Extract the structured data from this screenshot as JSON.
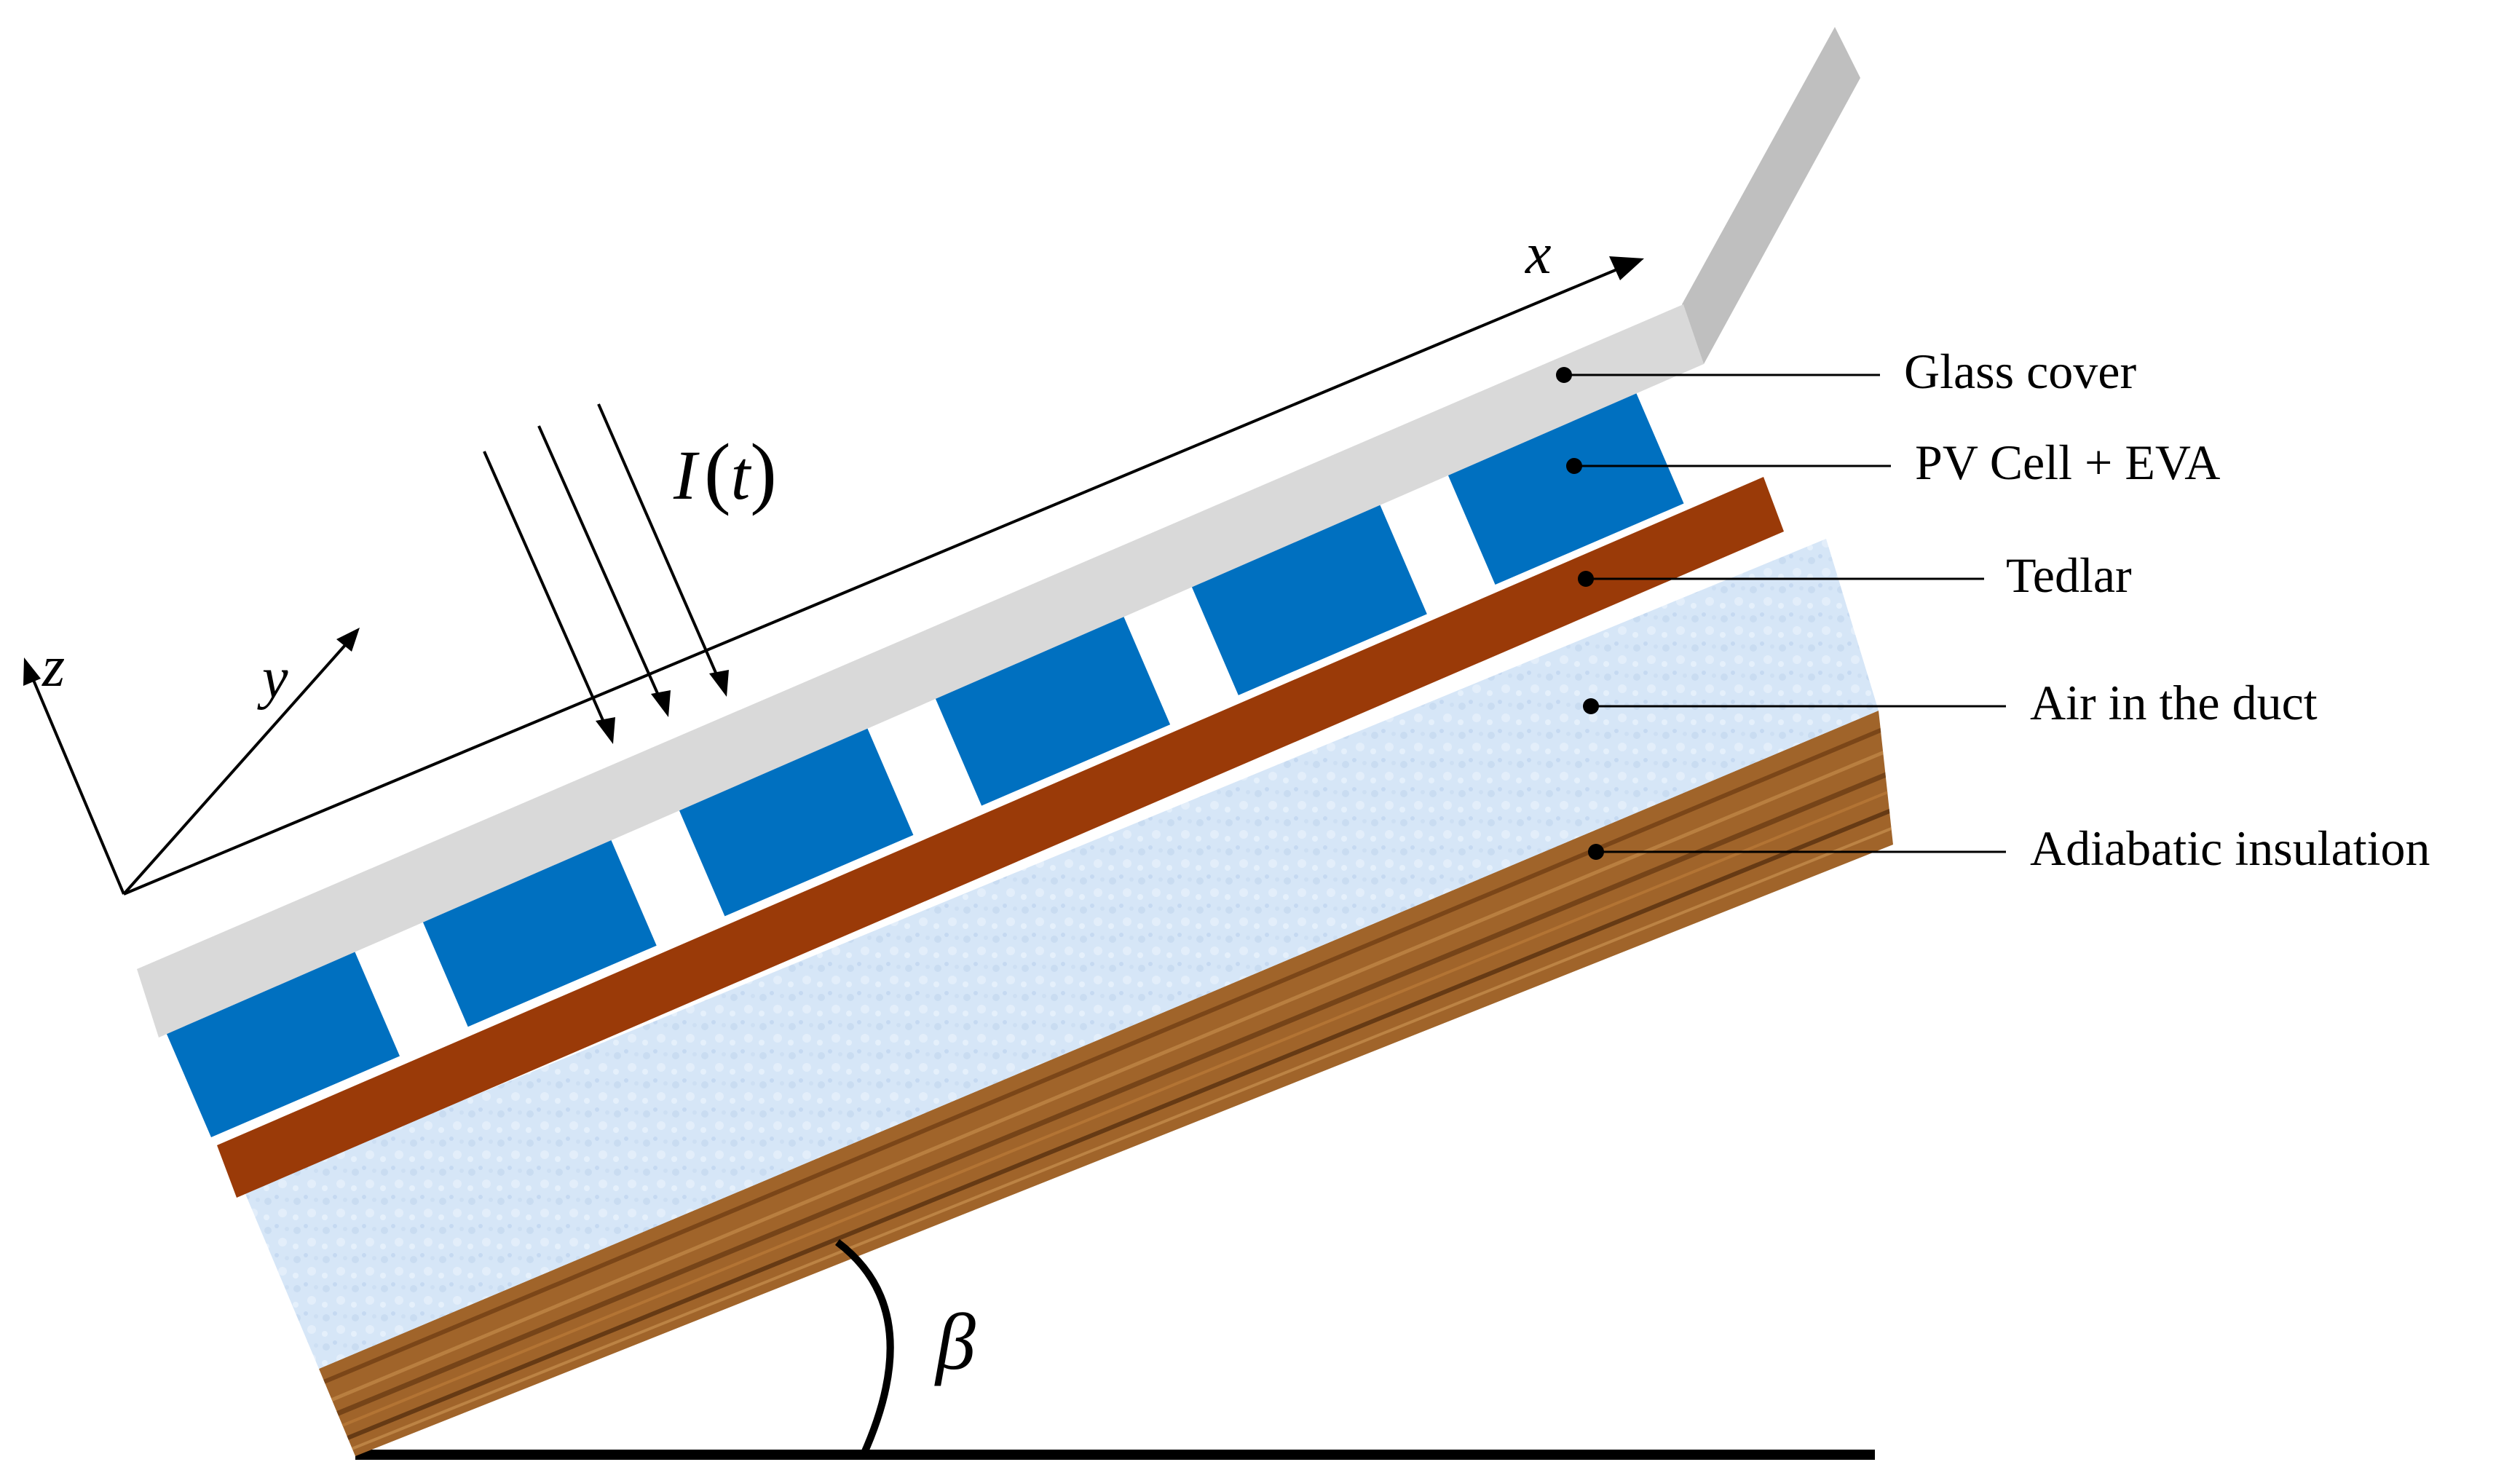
{
  "layers": [
    {
      "id": "glass",
      "label": "Glass cover",
      "color": "#d9d9d9",
      "shadow": "#bfbfbf"
    },
    {
      "id": "pv",
      "label": "PV Cell + EVA",
      "color": "#0070c0"
    },
    {
      "id": "tedlar",
      "label": "Tedlar",
      "color": "#9a3a08"
    },
    {
      "id": "air",
      "label": "Air in the duct",
      "color": "#d6e6f7"
    },
    {
      "id": "insulation",
      "label": "Adiabatic insulation",
      "color": "#a0642a"
    }
  ],
  "axes": {
    "x": "x",
    "y": "y",
    "z": "z"
  },
  "irradiance": {
    "symbol": "I",
    "open_paren": "(",
    "argument": "t",
    "close_paren": ")"
  },
  "tilt_angle": {
    "symbol": "β"
  },
  "pv_cell_count": 6
}
